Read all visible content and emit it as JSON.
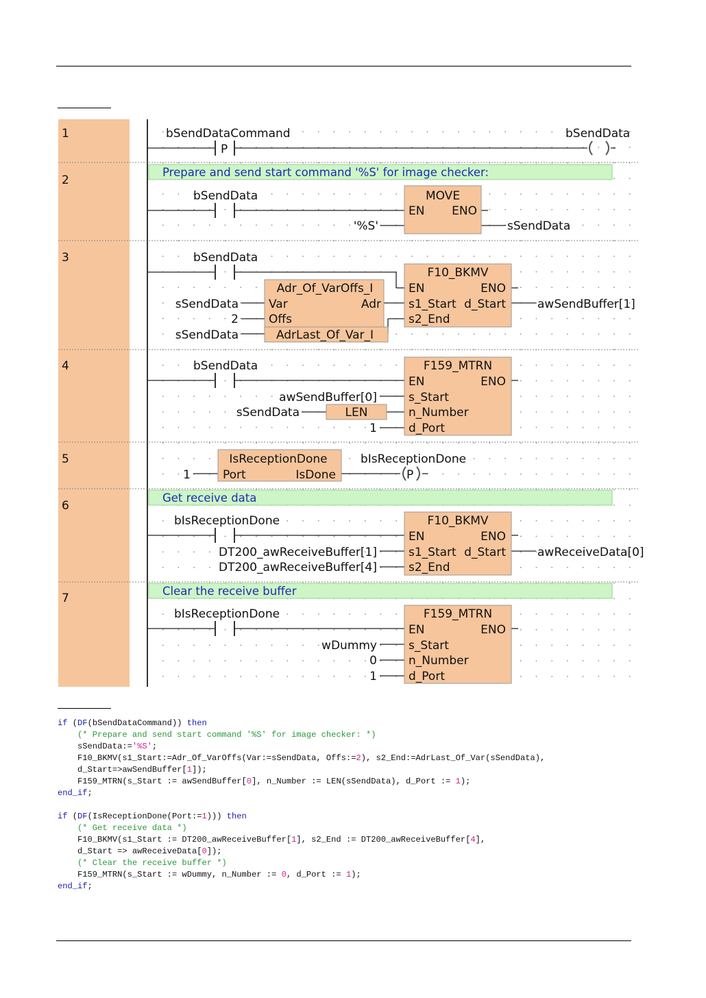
{
  "ladder": {
    "rungs": [
      {
        "number": "1"
      },
      {
        "number": "2",
        "comment": "Prepare and send start command '%S' for image checker:"
      },
      {
        "number": "3"
      },
      {
        "number": "4"
      },
      {
        "number": "5"
      },
      {
        "number": "6",
        "comment": "Get receive data"
      },
      {
        "number": "7",
        "comment": "Clear the receive buffer"
      }
    ],
    "labels": {
      "r1_contact": "bSendDataCommand",
      "r1_contact_type": "P",
      "r1_coil": "bSendData",
      "r2_contact": "bSendData",
      "r2_block": "MOVE",
      "r2_en": "EN",
      "r2_eno": "ENO",
      "r2_input": "'%S'",
      "r2_output": "sSendData",
      "r3_contact": "bSendData",
      "r3_block": "F10_BKMV",
      "r3_en": "EN",
      "r3_eno": "ENO",
      "r3_s1": "s1_Start",
      "r3_d": "d_Start",
      "r3_s2": "s2_End",
      "r3_output": "awSendBuffer[1]",
      "r3_sub_block": "Adr_Of_VarOffs_I",
      "r3_sub_var": "Var",
      "r3_sub_adr": "Adr",
      "r3_sub_offs": "Offs",
      "r3_sub2_block": "AdrLast_Of_Var_I",
      "r3_in1": "sSendData",
      "r3_in2": "2",
      "r3_in3": "sSendData",
      "r4_contact": "bSendData",
      "r4_block": "F159_MTRN",
      "r4_en": "EN",
      "r4_eno": "ENO",
      "r4_s": "s_Start",
      "r4_n": "n_Number",
      "r4_d": "d_Port",
      "r4_in1": "awSendBuffer[0]",
      "r4_in2": "sSendData",
      "r4_len": "LEN",
      "r4_in3": "1",
      "r5_block": "IsReceptionDone",
      "r5_port": "Port",
      "r5_isdone": "IsDone",
      "r5_in": "1",
      "r5_coil": "bIsReceptionDone",
      "r5_coil_type": "P",
      "r6_contact": "bIsReceptionDone",
      "r6_block": "F10_BKMV",
      "r6_en": "EN",
      "r6_eno": "ENO",
      "r6_s1": "s1_Start",
      "r6_d": "d_Start",
      "r6_s2": "s2_End",
      "r6_in1": "DT200_awReceiveBuffer[1]",
      "r6_in2": "DT200_awReceiveBuffer[4]",
      "r6_output": "awReceiveData[0]",
      "r7_contact": "bIsReceptionDone",
      "r7_block": "F159_MTRN",
      "r7_en": "EN",
      "r7_eno": "ENO",
      "r7_s": "s_Start",
      "r7_n": "n_Number",
      "r7_d": "d_Port",
      "r7_in1": "wDummy",
      "r7_in2": "0",
      "r7_in3": "1"
    }
  },
  "st_code": [
    [
      [
        "kw",
        "if "
      ],
      [
        "fn",
        "("
      ],
      [
        "kw",
        "DF"
      ],
      [
        "fn",
        "(bSendDataCommand)) "
      ],
      [
        "kw",
        "then"
      ]
    ],
    [
      [
        "fn",
        "    "
      ],
      [
        "cm",
        "(* Prepare and send start command '%S' for image checker: *)"
      ]
    ],
    [
      [
        "fn",
        "    sSendData:="
      ],
      [
        "str",
        "'%S'"
      ],
      [
        "fn",
        ";"
      ]
    ],
    [
      [
        "fn",
        "    F10_BKMV(s1_Start:=Adr_Of_VarOffs(Var:=sSendData, Offs:="
      ],
      [
        "num",
        "2"
      ],
      [
        "fn",
        "), s2_End:=AdrLast_Of_Var(sSendData),"
      ]
    ],
    [
      [
        "fn",
        "    d_Start=>awSendBuffer["
      ],
      [
        "num",
        "1"
      ],
      [
        "fn",
        "]);"
      ]
    ],
    [
      [
        "fn",
        "    F159_MTRN(s_Start := awSendBuffer["
      ],
      [
        "num",
        "0"
      ],
      [
        "fn",
        "], n_Number := LEN(sSendData), d_Port := "
      ],
      [
        "num",
        "1"
      ],
      [
        "fn",
        ");"
      ]
    ],
    [
      [
        "kw",
        "end_if"
      ],
      [
        "fn",
        ";"
      ]
    ],
    [
      [
        "fn",
        ""
      ]
    ],
    [
      [
        "kw",
        "if "
      ],
      [
        "fn",
        "("
      ],
      [
        "kw",
        "DF"
      ],
      [
        "fn",
        "(IsReceptionDone(Port:="
      ],
      [
        "num",
        "1"
      ],
      [
        "fn",
        "))) "
      ],
      [
        "kw",
        "then"
      ]
    ],
    [
      [
        "fn",
        "    "
      ],
      [
        "cm",
        "(* Get receive data *)"
      ]
    ],
    [
      [
        "fn",
        "    F10_BKMV(s1_Start := DT200_awReceiveBuffer["
      ],
      [
        "num",
        "1"
      ],
      [
        "fn",
        "], s2_End := DT200_awReceiveBuffer["
      ],
      [
        "num",
        "4"
      ],
      [
        "fn",
        "],"
      ]
    ],
    [
      [
        "fn",
        "    d_Start => awReceiveData["
      ],
      [
        "num",
        "0"
      ],
      [
        "fn",
        "]);"
      ]
    ],
    [
      [
        "fn",
        "    "
      ],
      [
        "cm",
        "(* Clear the receive buffer *)"
      ]
    ],
    [
      [
        "fn",
        "    F159_MTRN(s_Start := wDummy, n_Number := "
      ],
      [
        "num",
        "0"
      ],
      [
        "fn",
        ", d_Port := "
      ],
      [
        "num",
        "1"
      ],
      [
        "fn",
        ");"
      ]
    ],
    [
      [
        "kw",
        "end_if"
      ],
      [
        "fn",
        ";"
      ]
    ]
  ]
}
